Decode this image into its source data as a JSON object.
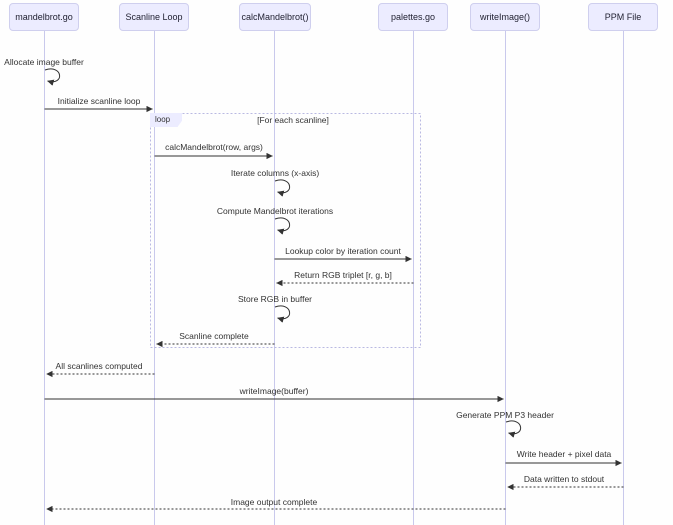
{
  "diagram": {
    "type": "sequence",
    "participants": [
      {
        "label": "mandelbrot.go"
      },
      {
        "label": "Scanline Loop"
      },
      {
        "label": "calcMandelbrot()"
      },
      {
        "label": "palettes.go"
      },
      {
        "label": "writeImage()"
      },
      {
        "label": "PPM File"
      }
    ],
    "fragment": {
      "operator": "loop",
      "condition": "[For each scanline]"
    },
    "messages": [
      {
        "label": "Allocate image buffer",
        "from": "mandelbrot.go",
        "to": "mandelbrot.go",
        "kind": "self"
      },
      {
        "label": "Initialize scanline loop",
        "from": "mandelbrot.go",
        "to": "Scanline Loop",
        "kind": "solid"
      },
      {
        "label": "calcMandelbrot(row, args)",
        "from": "Scanline Loop",
        "to": "calcMandelbrot()",
        "kind": "solid"
      },
      {
        "label": "Iterate columns (x-axis)",
        "from": "calcMandelbrot()",
        "to": "calcMandelbrot()",
        "kind": "self"
      },
      {
        "label": "Compute Mandelbrot iterations",
        "from": "calcMandelbrot()",
        "to": "calcMandelbrot()",
        "kind": "self"
      },
      {
        "label": "Lookup color by iteration count",
        "from": "calcMandelbrot()",
        "to": "palettes.go",
        "kind": "solid"
      },
      {
        "label": "Return RGB triplet [r, g, b]",
        "from": "palettes.go",
        "to": "calcMandelbrot()",
        "kind": "dashed"
      },
      {
        "label": "Store RGB in buffer",
        "from": "calcMandelbrot()",
        "to": "calcMandelbrot()",
        "kind": "self"
      },
      {
        "label": "Scanline complete",
        "from": "calcMandelbrot()",
        "to": "Scanline Loop",
        "kind": "dashed"
      },
      {
        "label": "All scanlines computed",
        "from": "Scanline Loop",
        "to": "mandelbrot.go",
        "kind": "dashed"
      },
      {
        "label": "writeImage(buffer)",
        "from": "mandelbrot.go",
        "to": "writeImage()",
        "kind": "solid"
      },
      {
        "label": "Generate PPM P3 header",
        "from": "writeImage()",
        "to": "writeImage()",
        "kind": "self"
      },
      {
        "label": "Write header + pixel data",
        "from": "writeImage()",
        "to": "PPM File",
        "kind": "solid"
      },
      {
        "label": "Data written to stdout",
        "from": "PPM File",
        "to": "writeImage()",
        "kind": "dashed"
      },
      {
        "label": "Image output complete",
        "from": "writeImage()",
        "to": "mandelbrot.go",
        "kind": "dashed"
      }
    ],
    "colors": {
      "actor_fill": "#ECECFF",
      "actor_border": "#cfcfee",
      "lifeline": "#c9c9ec",
      "loop_border": "#b9b9e2",
      "text": "#333333",
      "arrow": "#333333"
    }
  }
}
